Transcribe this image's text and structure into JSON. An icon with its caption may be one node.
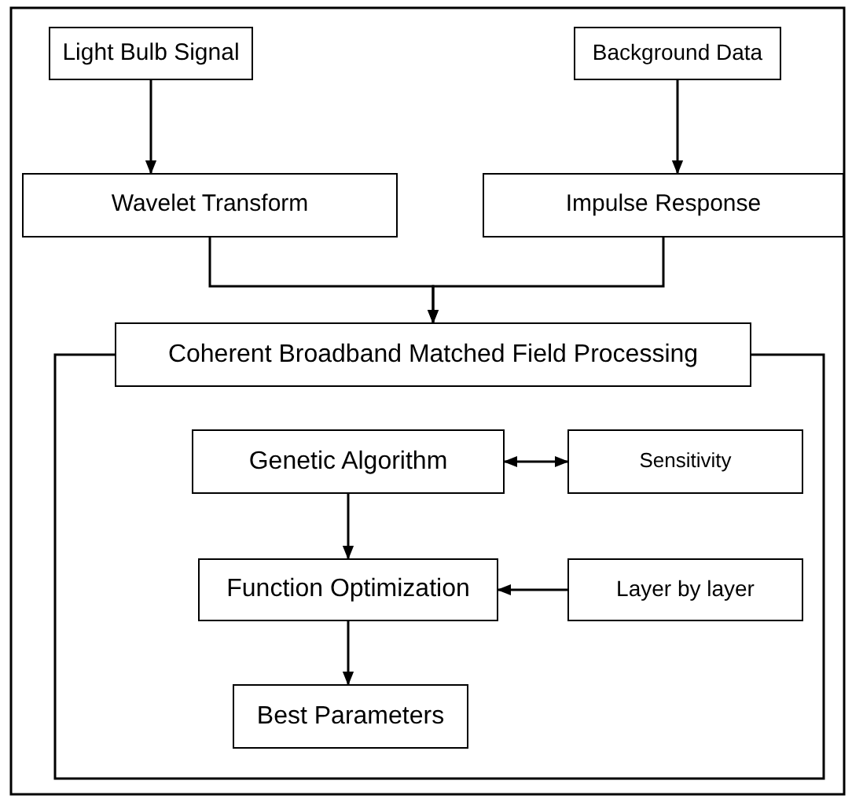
{
  "diagram": {
    "nodes": [
      {
        "text": [
          "Light Bulb Signal"
        ]
      },
      {
        "text": [
          "Background Data"
        ]
      },
      {
        "text": [
          "Wavelet Transform"
        ]
      },
      {
        "text": [
          "Impulse Response"
        ]
      },
      {
        "text": [
          "Coherent Broadband Matched Field Processing"
        ]
      },
      {
        "text": [
          "Genetic Algorithm"
        ]
      },
      {
        "text": [
          "Sensitivity"
        ]
      },
      {
        "text": [
          "Function Optimization"
        ]
      },
      {
        "text": [
          "Layer by layer"
        ]
      },
      {
        "text": [
          "Best Parameters"
        ]
      }
    ],
    "edges": [
      {
        "from": 0,
        "to": 2,
        "arrow": "to"
      },
      {
        "from": 1,
        "to": 3,
        "arrow": "to"
      },
      {
        "from": 2,
        "to": 4,
        "arrow": "to"
      },
      {
        "from": 3,
        "to": 4,
        "arrow": "to"
      },
      {
        "from": 5,
        "to": 6,
        "arrow": "both"
      },
      {
        "from": 5,
        "to": 7,
        "arrow": "to"
      },
      {
        "from": 8,
        "to": 7,
        "arrow": "to"
      },
      {
        "from": 7,
        "to": 9,
        "arrow": "to"
      }
    ]
  }
}
